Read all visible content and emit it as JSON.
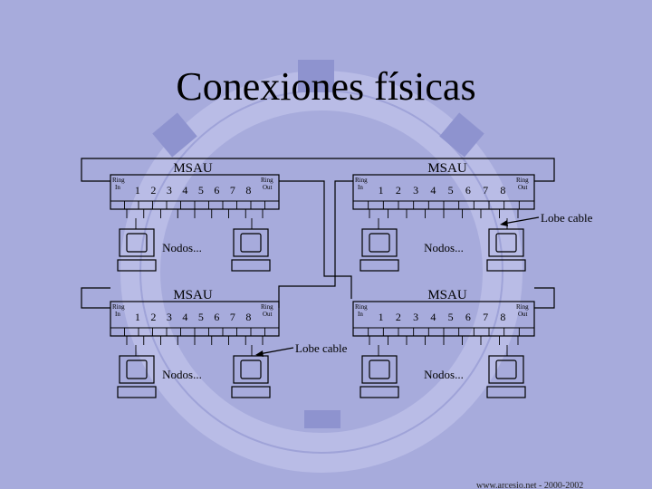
{
  "title": "Conexiones físicas",
  "msau_label": "MSAU",
  "ring_in": [
    "Ring",
    "In"
  ],
  "ring_out": [
    "Ring",
    "Out"
  ],
  "ports": [
    "1",
    "2",
    "3",
    "4",
    "5",
    "6",
    "7",
    "8"
  ],
  "nodes_label": "Nodos...",
  "lobe_cable_label": "Lobe cable",
  "footer": "www.arcesio.net - 2000-2002",
  "colors": {
    "background": "#a7abdc",
    "decor_light": "#b9bce6",
    "decor_dark": "#8e93cf"
  }
}
